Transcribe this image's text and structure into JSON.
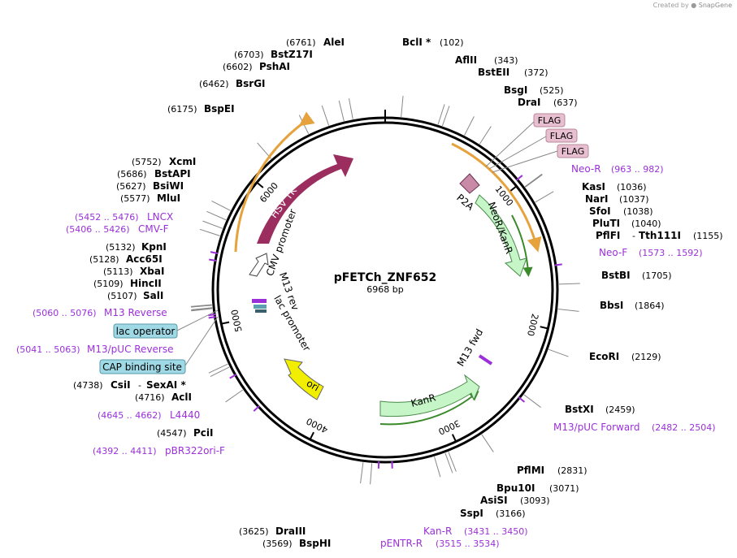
{
  "header": {
    "watermark_prefix": "Created by",
    "watermark_brand": "SnapGene"
  },
  "plasmid": {
    "name": "pFETCh_ZNF652",
    "size_label": "6968 bp",
    "total_bp": 6968
  },
  "ticks": [
    {
      "bp": 1000,
      "label": "1000"
    },
    {
      "bp": 2000,
      "label": "2000"
    },
    {
      "bp": 3000,
      "label": "3000"
    },
    {
      "bp": 4000,
      "label": "4000"
    },
    {
      "bp": 5000,
      "label": "5000"
    },
    {
      "bp": 6000,
      "label": "6000"
    }
  ],
  "enzymes": [
    {
      "name": "BclI *",
      "pos": "(102)",
      "bp": 102
    },
    {
      "name": "AflII",
      "pos": "(343)",
      "bp": 343
    },
    {
      "name": "BstEII",
      "pos": "(372)",
      "bp": 372
    },
    {
      "name": "BsgI",
      "pos": "(525)",
      "bp": 525
    },
    {
      "name": "DraI",
      "pos": "(637)",
      "bp": 637
    },
    {
      "name": "KasI",
      "pos": "(1036)",
      "bp": 1036
    },
    {
      "name": "NarI",
      "pos": "(1037)",
      "bp": 1037
    },
    {
      "name": "SfoI",
      "pos": "(1038)",
      "bp": 1038
    },
    {
      "name": "PluTI",
      "pos": "(1040)",
      "bp": 1040
    },
    {
      "name": "PflFI",
      "name2": "Tth111I",
      "pos": "(1155)",
      "bp": 1155
    },
    {
      "name": "BstBI",
      "pos": "(1705)",
      "bp": 1705
    },
    {
      "name": "BbsI",
      "pos": "(1864)",
      "bp": 1864
    },
    {
      "name": "EcoRI",
      "pos": "(2129)",
      "bp": 2129
    },
    {
      "name": "BstXI",
      "pos": "(2459)",
      "bp": 2459
    },
    {
      "name": "PflMI",
      "pos": "(2831)",
      "bp": 2831
    },
    {
      "name": "Bpu10I",
      "pos": "(3071)",
      "bp": 3071
    },
    {
      "name": "AsiSI",
      "pos": "(3093)",
      "bp": 3093
    },
    {
      "name": "SspI",
      "pos": "(3166)",
      "bp": 3166
    },
    {
      "name": "DraIII",
      "pos": "(3625)",
      "bp": 3625
    },
    {
      "name": "BspHI",
      "pos": "(3569)",
      "bp": 3569
    },
    {
      "name": "PciI",
      "pos": "(4547)",
      "bp": 4547
    },
    {
      "name": "AclI",
      "pos": "(4716)",
      "bp": 4716
    },
    {
      "name": "CsiI",
      "name2": "SexAI *",
      "pos": "(4738)",
      "bp": 4738
    },
    {
      "name": "SalI",
      "pos": "(5107)",
      "bp": 5107
    },
    {
      "name": "HincII",
      "pos": "(5109)",
      "bp": 5109
    },
    {
      "name": "XbaI",
      "pos": "(5113)",
      "bp": 5113
    },
    {
      "name": "Acc65I",
      "pos": "(5128)",
      "bp": 5128
    },
    {
      "name": "KpnI",
      "pos": "(5132)",
      "bp": 5132
    },
    {
      "name": "MluI",
      "pos": "(5577)",
      "bp": 5577
    },
    {
      "name": "BsiWI",
      "pos": "(5627)",
      "bp": 5627
    },
    {
      "name": "BstAPI",
      "pos": "(5686)",
      "bp": 5686
    },
    {
      "name": "XcmI",
      "pos": "(5752)",
      "bp": 5752
    },
    {
      "name": "BspEI",
      "pos": "(6175)",
      "bp": 6175
    },
    {
      "name": "BsrGI",
      "pos": "(6462)",
      "bp": 6462
    },
    {
      "name": "PshAI",
      "pos": "(6602)",
      "bp": 6602
    },
    {
      "name": "BstZ17I",
      "pos": "(6703)",
      "bp": 6703
    },
    {
      "name": "AleI",
      "pos": "(6761)",
      "bp": 6761
    }
  ],
  "primers": [
    {
      "name": "Neo-R",
      "pos": "(963 .. 982)",
      "bp": 970
    },
    {
      "name": "Neo-F",
      "pos": "(1573 .. 1592)",
      "bp": 1582
    },
    {
      "name": "M13/pUC Forward",
      "pos": "(2482 .. 2504)",
      "bp": 2493
    },
    {
      "name": "Kan-R",
      "pos": "(3431 .. 3450)",
      "bp": 3440
    },
    {
      "name": "pENTR-R",
      "pos": "(3515 .. 3534)",
      "bp": 3525
    },
    {
      "name": "pBR322ori-F",
      "pos": "(4392 .. 4411)",
      "bp": 4400
    },
    {
      "name": "L4440",
      "pos": "(4645 .. 4662)",
      "bp": 4653
    },
    {
      "name": "M13/pUC Reverse",
      "pos": "(5041 .. 5063)",
      "bp": 5052
    },
    {
      "name": "M13 Reverse",
      "pos": "(5060 .. 5076)",
      "bp": 5068
    },
    {
      "name": "CMV-F",
      "pos": "(5406 .. 5426)",
      "bp": 5416
    },
    {
      "name": "LNCX",
      "pos": "(5452 .. 5476)",
      "bp": 5464
    }
  ],
  "features": {
    "hsv_tk": "HSV TK",
    "cmv_promoter": "CMV promoter",
    "m13_rev": "M13 rev",
    "lac_promoter": "lac promoter",
    "ori": "ori",
    "kanr": "KanR",
    "m13_fwd": "M13 fwd",
    "neor_kanr": "NeoR/KanR",
    "p2a": "P2A"
  },
  "boxed_features": [
    {
      "label": "FLAG",
      "kind": "flag"
    },
    {
      "label": "FLAG",
      "kind": "flag"
    },
    {
      "label": "FLAG",
      "kind": "flag"
    },
    {
      "label": "lac operator",
      "kind": "site"
    },
    {
      "label": "CAP binding site",
      "kind": "site"
    }
  ],
  "colors": {
    "hsv_tk": "#9b2d5f",
    "ori": "#f2ee00",
    "kanr": "#c6f5c8",
    "flag_box": "#e8bfd0",
    "site_box": "#9fd9e6",
    "primer": "#9b30d9",
    "orf_arrow": "#e6a23c"
  }
}
